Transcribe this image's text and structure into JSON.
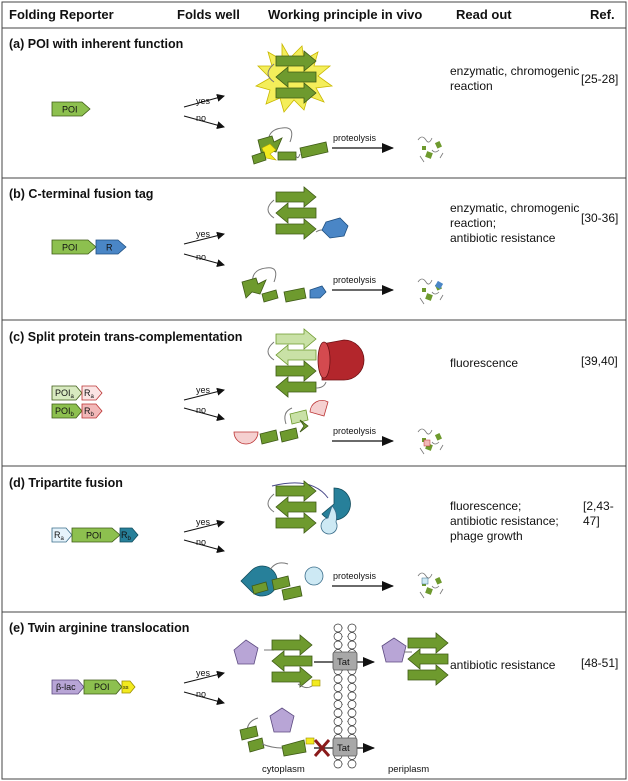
{
  "header": {
    "col1": "Folding Reporter",
    "col2": "Folds well",
    "col3": "Working principle in vivo",
    "col4": "Read out",
    "col5": "Ref."
  },
  "sections": [
    {
      "title": "(a) POI with inherent function",
      "readout": [
        "enzymatic, chromogenic",
        "reaction"
      ],
      "ref": [
        "[25-28]"
      ],
      "constructs": [
        "POI"
      ],
      "yes": "yes",
      "no": "no",
      "proteolysis": "proteolysis"
    },
    {
      "title": "(b) C-terminal fusion tag",
      "readout": [
        "enzymatic, chromogenic",
        "reaction;",
        "antibiotic resistance"
      ],
      "ref": [
        "[30-36]"
      ],
      "constructs": [
        "POI",
        "R"
      ],
      "yes": "yes",
      "no": "no",
      "proteolysis": "proteolysis"
    },
    {
      "title": "(c) Split protein trans-complementation",
      "readout": [
        "fluorescence"
      ],
      "ref": [
        "[39,40]"
      ],
      "constructs": [
        "POI",
        "a",
        "R",
        "a",
        "POI",
        "b",
        "R",
        "b"
      ],
      "yes": "yes",
      "no": "no",
      "proteolysis": "proteolysis"
    },
    {
      "title": "(d) Tripartite fusion",
      "readout": [
        "fluorescence;",
        "antibiotic resistance;",
        "phage growth"
      ],
      "ref": [
        "[2,43-",
        "47]"
      ],
      "constructs": [
        "R",
        "a",
        "POI",
        "R",
        "b"
      ],
      "yes": "yes",
      "no": "no",
      "proteolysis": "proteolysis"
    },
    {
      "title": "(e) Twin arginine translocation",
      "readout": [
        "antibiotic resistance"
      ],
      "ref": [
        "[48-51]"
      ],
      "constructs": [
        "β-lac",
        "POI",
        "ss"
      ],
      "yes": "yes",
      "no": "no",
      "tat": "Tat",
      "cytoplasm": "cytoplasm",
      "periplasm": "periplasm"
    }
  ],
  "colors": {
    "poi": "#8dc04f",
    "sheet": "#6e9a2e",
    "tag_blue": "#4a86c6",
    "red_barrel": "#b3262c",
    "teal": "#27809a",
    "lilac": "#b8a5d6",
    "yellow": "#f2ea1f",
    "tat_gray": "#a8a8a8"
  }
}
